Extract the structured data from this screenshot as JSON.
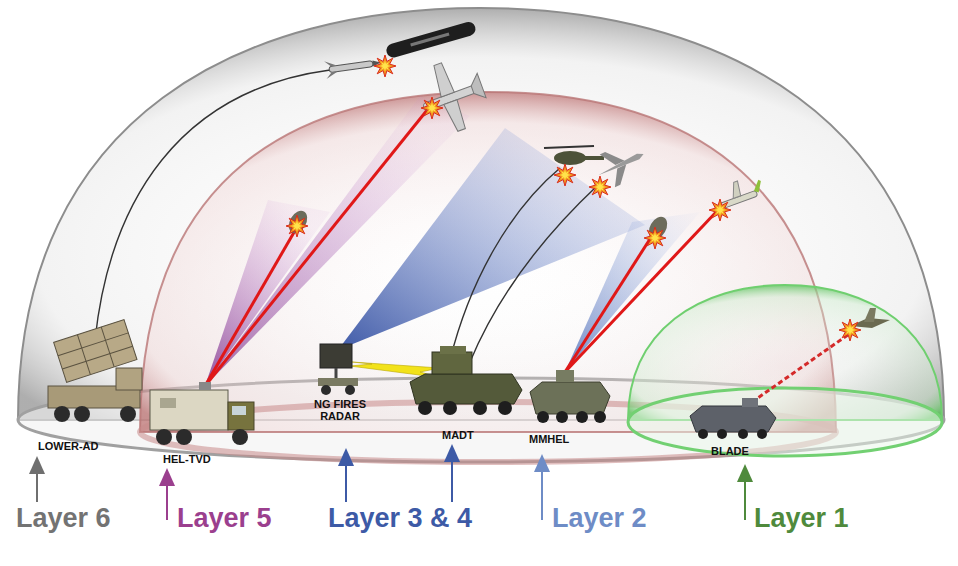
{
  "diagram": {
    "labels": [
      "LOWER-AD",
      "HEL-TVD",
      "NG FIRES RADAR",
      "MADT",
      "MMHEL",
      "BLADE",
      "Layer 6",
      "Layer 5",
      "Layer 3 & 4",
      "Layer 2",
      "Layer 1"
    ]
  }
}
